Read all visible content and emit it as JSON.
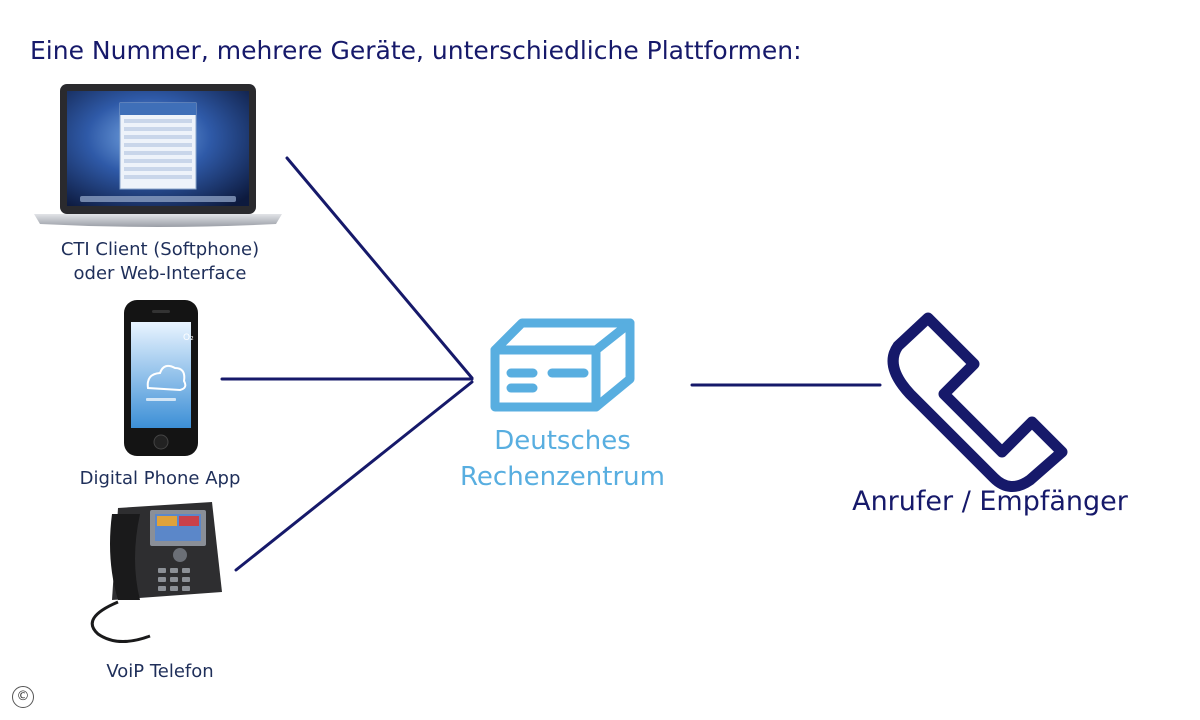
{
  "title": "Eine Nummer, mehrere Geräte, unterschiedliche Plattformen:",
  "devices": {
    "cti": {
      "line1": "CTI Client (Softphone)",
      "line2": "oder Web-Interface"
    },
    "app": {
      "label": "Digital Phone App"
    },
    "voip": {
      "label": "VoiP Telefon"
    }
  },
  "datacenter": {
    "line1": "Deutsches",
    "line2": "Rechenzentrum"
  },
  "endpoint": {
    "label": "Anrufer / Empfänger"
  },
  "copyright": "©",
  "colors": {
    "navy": "#16196a",
    "accent_blue": "#58aee0"
  },
  "icons": [
    "laptop-icon",
    "smartphone-icon",
    "desk-phone-icon",
    "server-icon",
    "phone-handset-icon"
  ]
}
